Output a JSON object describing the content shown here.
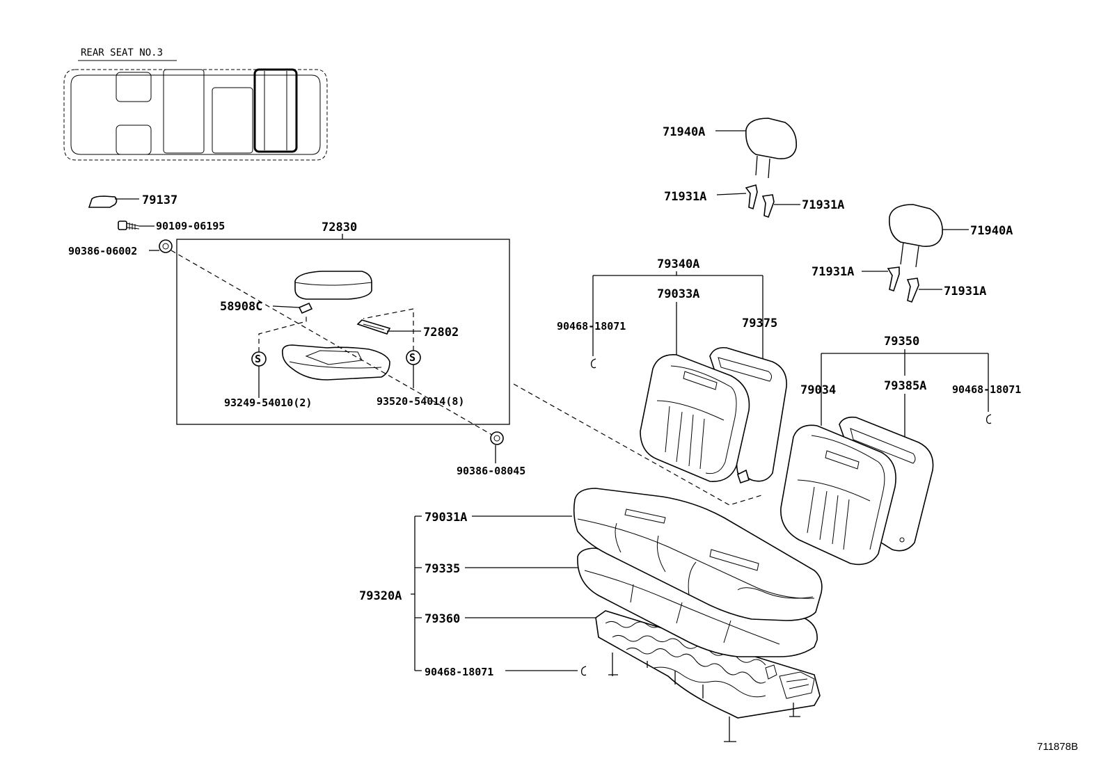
{
  "inset": {
    "title": "REAR SEAT NO.3"
  },
  "callouts": {
    "p79137": "79137",
    "p90109_06195": "90109-06195",
    "p90386_06002": "90386-06002",
    "p72830": "72830",
    "p58908C": "58908C",
    "p72802": "72802",
    "p93249_54010": "93249-54010(2)",
    "p93520_54014": "93520-54014(8)",
    "p90386_08045": "90386-08045",
    "p71940A_left": "71940A",
    "p71931A_1": "71931A",
    "p71931A_2": "71931A",
    "p71940A_right": "71940A",
    "p71931A_3": "71931A",
    "p71931A_4": "71931A",
    "p79340A": "79340A",
    "p79033A": "79033A",
    "p79375": "79375",
    "p90468_18071_a": "90468-18071",
    "p79350": "79350",
    "p79034": "79034",
    "p79385A": "79385A",
    "p90468_18071_b": "90468-18071",
    "p79031A": "79031A",
    "p79335": "79335",
    "p79320A": "79320A",
    "p79360": "79360",
    "p90468_18071_c": "90468-18071"
  },
  "clip_symbol": "S",
  "diagram_ref": "711878B",
  "icons": [
    "vehicle-seat-layout",
    "headrest",
    "headrest-support",
    "seatback",
    "seat-cushion",
    "seat-frame",
    "armrest",
    "bolt",
    "nut",
    "clip",
    "hook"
  ]
}
